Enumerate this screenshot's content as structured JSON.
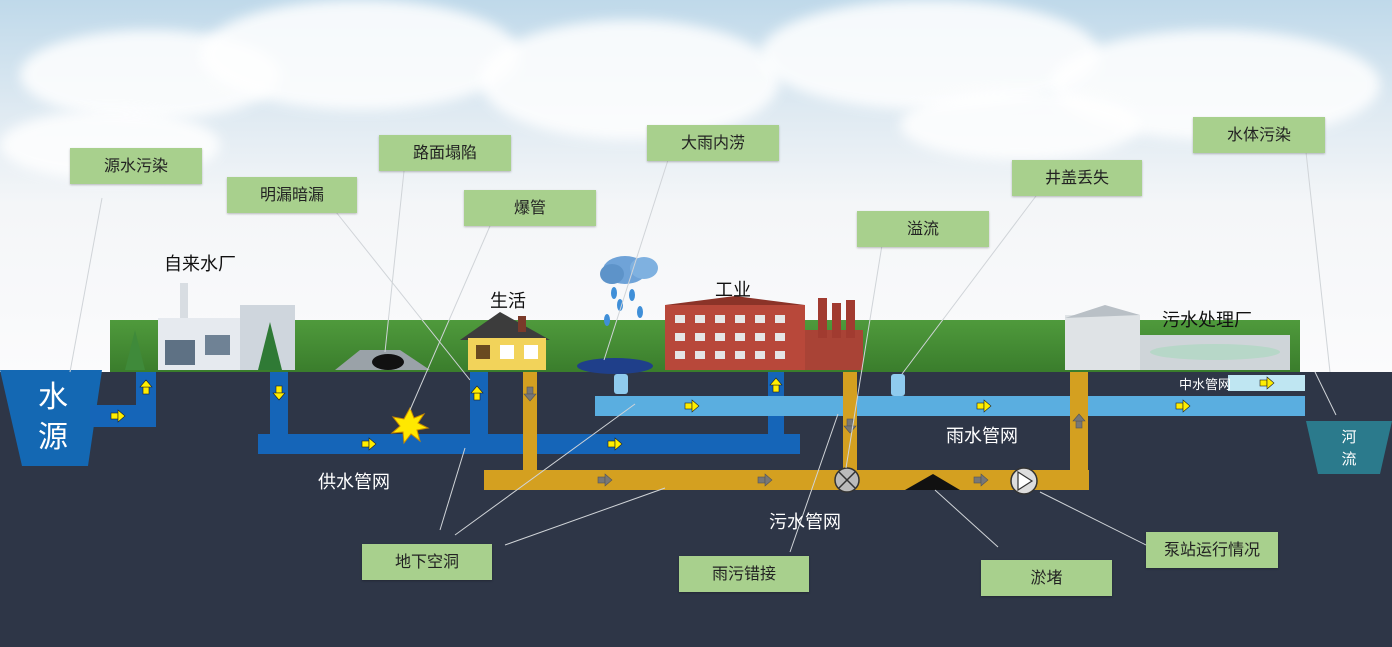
{
  "callouts": {
    "source_pollution": "源水污染",
    "hidden_leak": "明漏暗漏",
    "road_collapse": "路面塌陷",
    "pipe_burst": "爆管",
    "rain_flooding": "大雨内涝",
    "overflow": "溢流",
    "manhole_missing": "井盖丢失",
    "water_pollution": "水体污染",
    "underground_cavity": "地下空洞",
    "mixed_connection": "雨污错接",
    "siltation": "淤堵",
    "pump_status": "泵站运行情况"
  },
  "labels": {
    "water_source": "水源",
    "waterworks": "自来水厂",
    "residential": "生活",
    "industry": "工业",
    "sewage_plant": "污水处理厂",
    "supply_network": "供水管网",
    "rain_network": "雨水管网",
    "sewage_network": "污水管网",
    "reclaimed_network": "中水管网",
    "river": "河流"
  },
  "colors": {
    "callout_bg": "#a8d08d",
    "supply_pipe": "#1565b8",
    "rain_pipe": "#5aaee0",
    "sewage_pipe": "#d4a020",
    "reclaimed_pipe": "#bfe6f2",
    "ground": "#2e3647",
    "river": "#2b7a8c",
    "source": "#1468b3",
    "flow_arrow": "#ffee00"
  }
}
